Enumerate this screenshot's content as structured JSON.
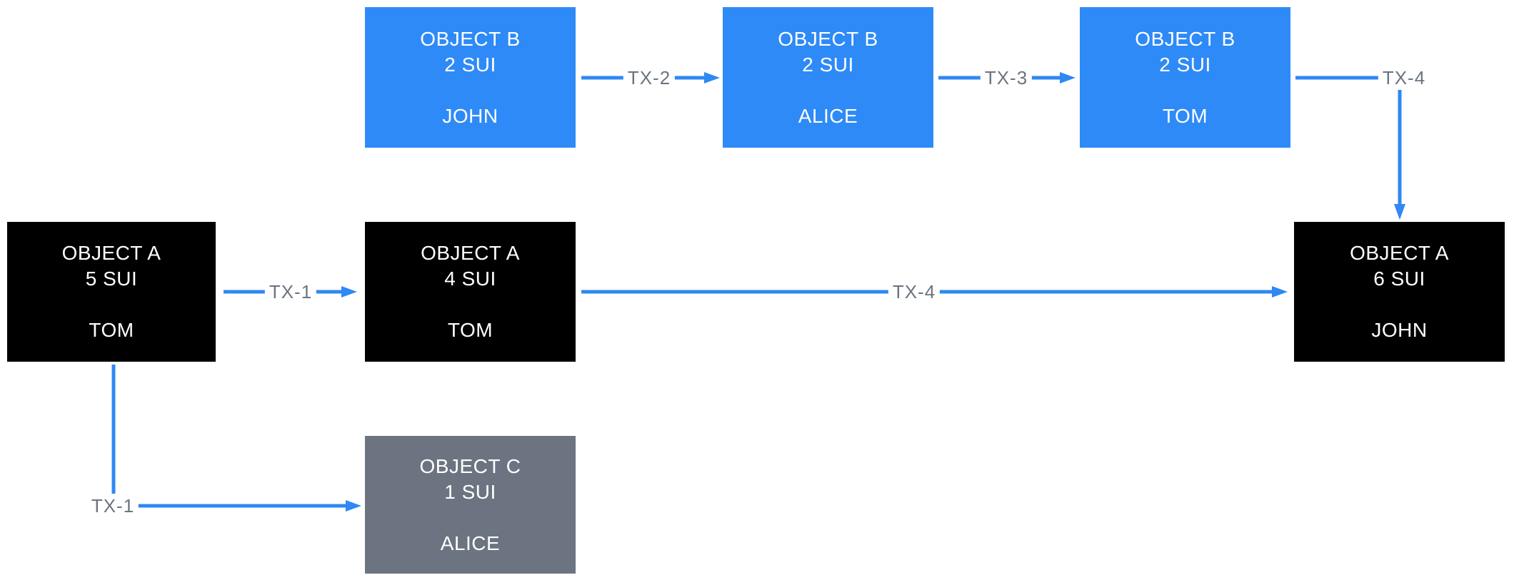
{
  "colors": {
    "box-blue": "#2e8af7",
    "box-black": "#000000",
    "box-gray": "#6b7480",
    "arrow-blue": "#2f88f3",
    "label-gray": "#6b7480",
    "box-text": "#ffffff",
    "bg": "#ffffff"
  },
  "boxes": [
    {
      "id": "object-b-john",
      "name": "OBJECT B",
      "amount": "2 SUI",
      "owner": "JOHN",
      "variant": "blue"
    },
    {
      "id": "object-b-alice",
      "name": "OBJECT B",
      "amount": "2 SUI",
      "owner": "ALICE",
      "variant": "blue"
    },
    {
      "id": "object-b-tom",
      "name": "OBJECT B",
      "amount": "2 SUI",
      "owner": "TOM",
      "variant": "blue"
    },
    {
      "id": "object-a-5-tom",
      "name": "OBJECT A",
      "amount": "5 SUI",
      "owner": "TOM",
      "variant": "black"
    },
    {
      "id": "object-a-4-tom",
      "name": "OBJECT A",
      "amount": "4 SUI",
      "owner": "TOM",
      "variant": "black"
    },
    {
      "id": "object-a-6-john",
      "name": "OBJECT A",
      "amount": "6 SUI",
      "owner": "JOHN",
      "variant": "black"
    },
    {
      "id": "object-c-alice",
      "name": "OBJECT C",
      "amount": "1 SUI",
      "owner": "ALICE",
      "variant": "gray"
    }
  ],
  "arrows": [
    {
      "id": "tx-2",
      "label": "TX-2"
    },
    {
      "id": "tx-3",
      "label": "TX-3"
    },
    {
      "id": "tx-4-top",
      "label": "TX-4"
    },
    {
      "id": "tx-1-transfer",
      "label": "TX-1"
    },
    {
      "id": "tx-4-merge",
      "label": "TX-4"
    },
    {
      "id": "tx-1-split",
      "label": "TX-1"
    }
  ]
}
